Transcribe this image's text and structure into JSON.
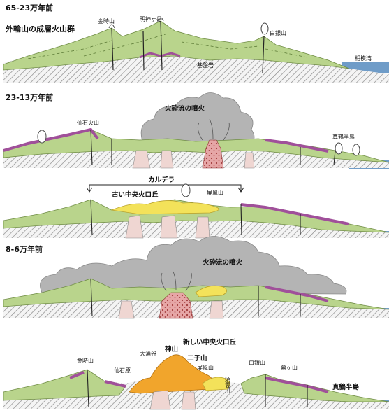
{
  "panels": [
    {
      "era": "65-23万年前",
      "labels": {
        "group": "外輪山の成層火山群",
        "kintoki": "金時山",
        "myojin": "明神ヶ岳",
        "hakugin": "白銀山",
        "sagami": "相模湾",
        "basement": "基盤岩"
      }
    },
    {
      "era": "23-13万年前",
      "labels": {
        "eruption": "火砕流の噴火",
        "sengoku": "仙石火山",
        "manazuru": "真鶴半島"
      }
    },
    {
      "era": "",
      "labels": {
        "caldera": "カルデラ",
        "old_cone": "古い中央火口丘",
        "byobu": "屏風山"
      }
    },
    {
      "era": "8-6万年前",
      "labels": {
        "eruption": "火砕流の噴火"
      }
    },
    {
      "era": "",
      "labels": {
        "new_cone": "新しい中央火口丘",
        "kintoki": "金時山",
        "sengokuhara": "仙石原",
        "owakudani": "大涌谷",
        "kamiyama": "神山",
        "futago": "二子山",
        "byobu": "屏風山",
        "sukumo": "須雲川",
        "hakugin": "白銀山",
        "makuga": "幕ヶ山",
        "manazuru": "真鶴半島"
      }
    }
  ],
  "colors": {
    "green": "#b9d48c",
    "green_dark": "#8fb35c",
    "purple": "#a0509a",
    "yellow": "#f3e25a",
    "orange": "#f1a52c",
    "gray_cloud": "#b4b4b4",
    "sea": "#6f9cc8",
    "pink": "#efd6d2",
    "hatch": "#888888"
  }
}
